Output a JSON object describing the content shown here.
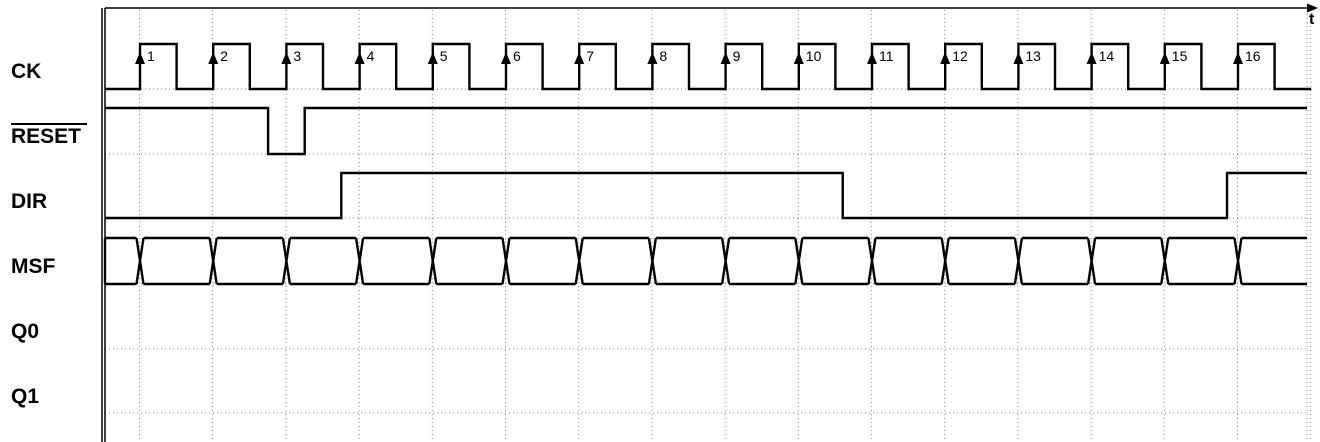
{
  "axis": {
    "time_label": "t"
  },
  "signals": [
    {
      "id": "ck",
      "label": "CK",
      "overline": false
    },
    {
      "id": "reset",
      "label": "RESET",
      "overline": true
    },
    {
      "id": "dir",
      "label": "DIR",
      "overline": false
    },
    {
      "id": "msf",
      "label": "MSF",
      "overline": false
    },
    {
      "id": "q0",
      "label": "Q0",
      "overline": false
    },
    {
      "id": "q1",
      "label": "Q1",
      "overline": false
    }
  ],
  "clock": {
    "pulse_count": 16,
    "labels": [
      "1",
      "2",
      "3",
      "4",
      "5",
      "6",
      "7",
      "8",
      "9",
      "10",
      "11",
      "12",
      "13",
      "14",
      "15",
      "16"
    ]
  },
  "waveforms": {
    "reset": {
      "initial": 1,
      "transitions": [
        {
          "t": 1.75,
          "level": 0
        },
        {
          "t": 2.25,
          "level": 1
        }
      ]
    },
    "dir": {
      "initial": 0,
      "transitions": [
        {
          "t": 2.75,
          "level": 1
        },
        {
          "t": 9.6,
          "level": 0
        },
        {
          "t": 14.85,
          "level": 1
        }
      ]
    },
    "msf": {
      "bus_transitions_at_clock_edges": true
    }
  }
}
